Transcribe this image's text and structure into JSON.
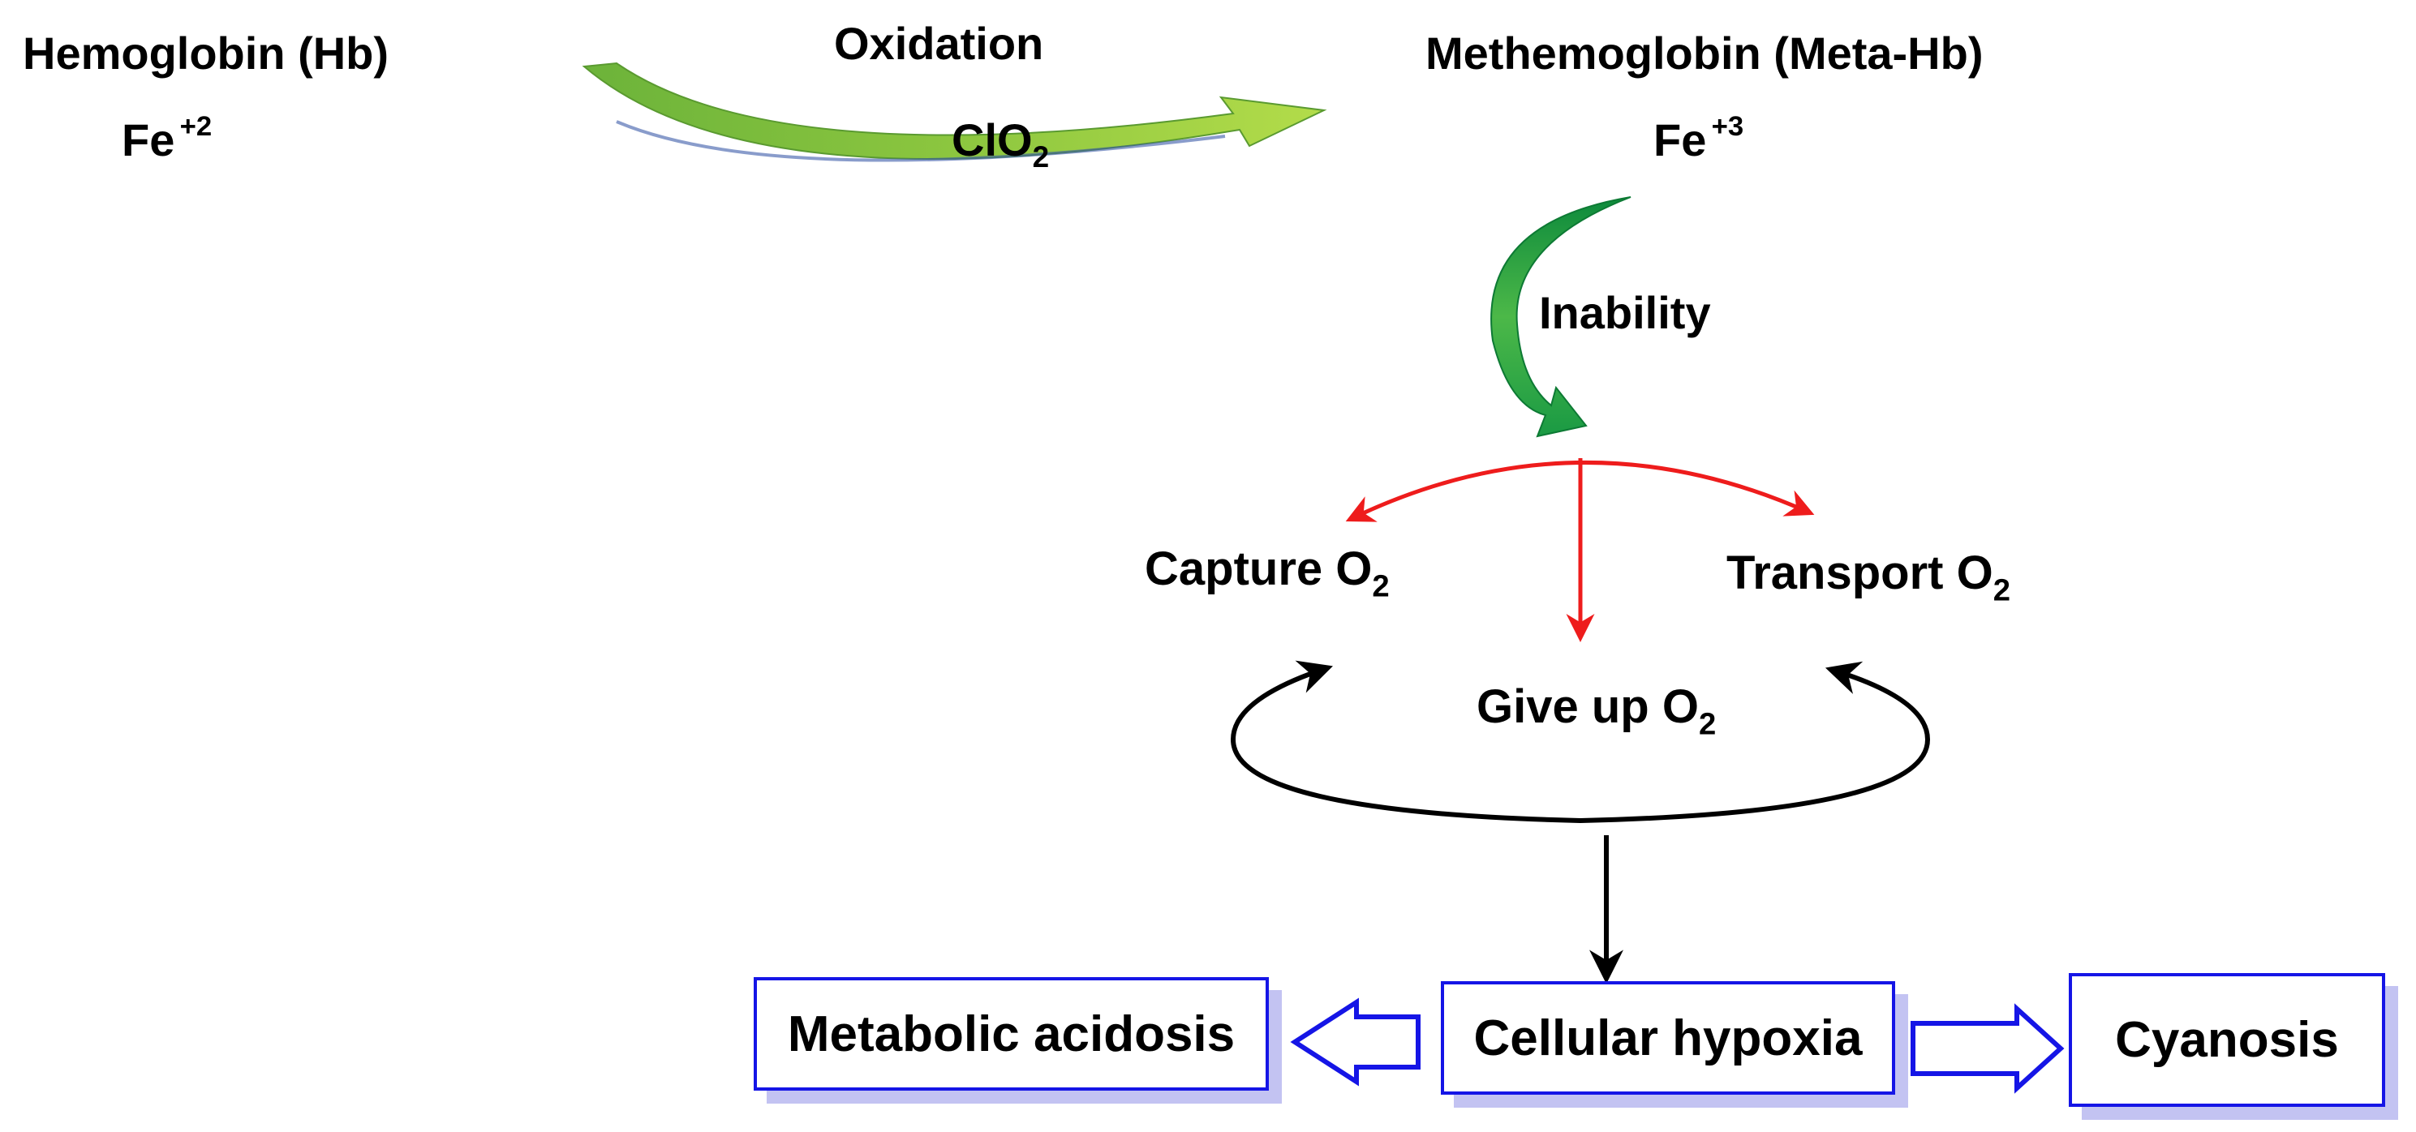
{
  "hemoglobin": {
    "name": "Hemoglobin (Hb)",
    "iron": "Fe",
    "charge": "+2"
  },
  "reaction": {
    "label": "Oxidation",
    "agent": "ClO",
    "agent_sub": "2"
  },
  "methemoglobin": {
    "name": "Methemoglobin (Meta-Hb)",
    "iron": "Fe",
    "charge": "+3"
  },
  "inability": "Inability",
  "capture": {
    "label": "Capture O",
    "sub": "2"
  },
  "transport": {
    "label": "Transport O",
    "sub": "2"
  },
  "give_up": {
    "label": "Give up O",
    "sub": "2"
  },
  "outcomes": {
    "hypoxia": "Cellular hypoxia",
    "acidosis": "Metabolic acidosis",
    "cyanosis": "Cyanosis"
  },
  "colors": {
    "green_arrow": "#7cc242",
    "red_arrow": "#ee1c1c",
    "blue_box": "#1515e6",
    "box_shadow": "#c3c3f2",
    "cycle_arrow": "#000000"
  }
}
